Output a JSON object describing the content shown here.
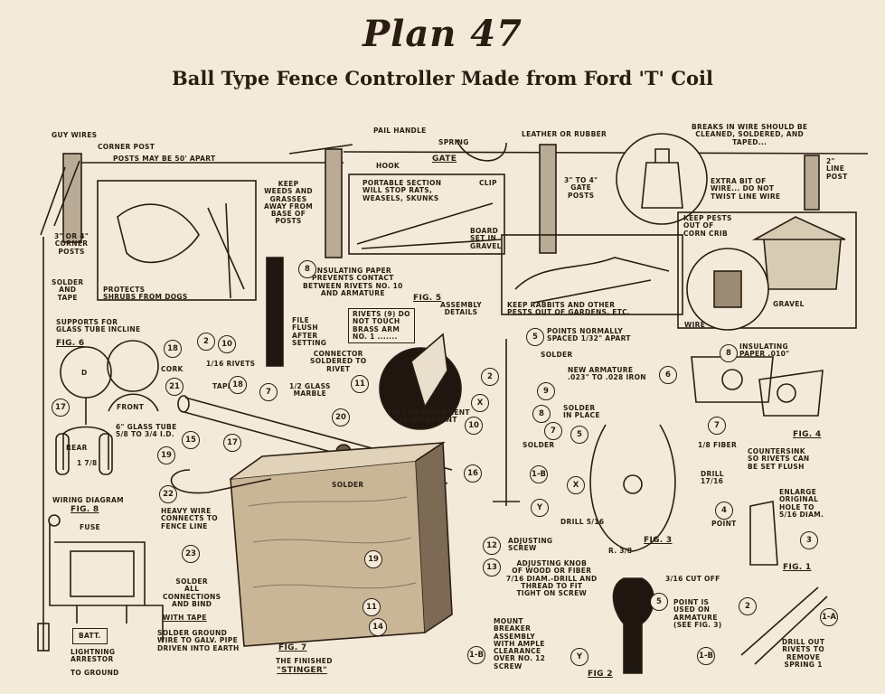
{
  "title": "Plan 47",
  "subtitle": "Ball Type Fence Controller Made from Ford 'T' Coil",
  "labels": {
    "guy_wires": "GUY WIRES",
    "corner_post": "CORNER POST",
    "posts_apart": "POSTS MAY BE 50' APART",
    "pail_handle": "PAIL HANDLE",
    "spring": "SPRING",
    "hook": "HOOK",
    "gate": "GATE",
    "leather": "LEATHER OR RUBBER",
    "breaks": "BREAKS IN WIRE SHOULD BE\nCLEANED, SOLDERED, AND\nTAPED...",
    "line_post": "2\"\nLINE\nPOST",
    "keep_weeds": "KEEP\nWEEDS AND\nGRASSES\nAWAY FROM\nBASE OF\nPOSTS",
    "portable": "PORTABLE SECTION\nWILL STOP RATS,\nWEASELS, SKUNKS",
    "clip": "CLIP",
    "board": "BOARD\nSET IN\nGRAVEL",
    "gate_posts": "3\" TO 4\"\nGATE\nPOSTS",
    "extra_bit": "EXTRA BIT OF\nWIRE... DO NOT\nTWIST LINE WIRE",
    "corner_posts": "3\" OR 4\"\nCORNER\nPOSTS",
    "solder_tape": "SOLDER\nAND\nTAPE",
    "protects": "PROTECTS\nSHRUBS FROM DOGS",
    "keep_pests": "KEEP PESTS\nOUT OF\nCORN CRIB",
    "keep_rabbits": "KEEP RABBITS AND OTHER\nPESTS OUT OF GARDENS, ETC.",
    "gravel": "GRAVEL",
    "wire": "WIRE",
    "insulating": "INSULATING PAPER\nPREVENTS CONTACT\nBETWEEN RIVETS NO. 10\nAND ARMATURE",
    "fig5": "FIG. 5",
    "assembly": "ASSEMBLY\nDETAILS",
    "rivets_note": "RIVETS (9) DO\nNOT TOUCH\nBRASS ARM\nNO. 1 .......",
    "file_flush": "FILE\nFLUSH\nAFTER\nSETTING",
    "supports": "SUPPORTS FOR\nGLASS TUBE INCLINE",
    "fig6": "FIG. 6",
    "rivets_size": "1/16 RIVETS",
    "connector": "CONNECTOR\nSOLDERED TO\nRIVET",
    "cork": "CORK",
    "tape": "TAPE",
    "front": "FRONT",
    "glass_marble": "1/2 GLASS\nMARBLE",
    "measurement": "THIS MEASUREMENT\nIS IMPORTANT",
    "glass_tube": "6\" GLASS TUBE\n5/8 TO 3/4 I.D.",
    "rear": "REAR",
    "rear_dim": "1 7/8",
    "d_label": "D",
    "solder_top": "SOLDER",
    "points_normally": "POINTS NORMALLY\nSPACED 1/32\" APART",
    "solder_fig": "SOLDER",
    "new_armature": "NEW ARMATURE\n.023\" TO .028 IRON",
    "solder_in_place": "SOLDER\nIN PLACE",
    "solder_fig3": "SOLDER",
    "insulating_paper": "INSULATING\nPAPER .010\"",
    "fiber": "1/8 FIBER",
    "fig4": "FIG. 4",
    "countersink": "COUNTERSINK\nSO RIVETS CAN\nBE SET FLUSH",
    "drill_17": "DRILL\n17/16",
    "drill_5": "DRILL 5/16",
    "fig3": "FIG. 3",
    "r38": "R. 3/8",
    "enlarge": "ENLARGE\nORIGINAL\nHOLE TO\n5/16 DIAM.",
    "point4": "POINT",
    "fig1": "FIG. 1",
    "drill_out": "DRILL OUT\nRIVETS TO\nREMOVE\nSPRING 1",
    "adjusting_screw": "ADJUSTING\nSCREW",
    "adjusting_knob": "ADJUSTING KNOB\nOF WOOD OR FIBER\n7/16 DIAM.-DRILL AND\nTHREAD TO FIT\nTIGHT ON SCREW",
    "cut_off": "3/16 CUT OFF",
    "point_used": "POINT IS\nUSED ON\nARMATURE\n(SEE FIG. 3)",
    "mount": "MOUNT\nBREAKER\nASSEMBLY\nWITH AMPLE\nCLEARANCE\nOVER NO. 12\nSCREW",
    "fig2": "FIG 2",
    "wiring": "WIRING DIAGRAM",
    "fig8": "FIG. 8",
    "fuse": "FUSE",
    "heavy_wire": "HEAVY WIRE\nCONNECTS TO\nFENCE LINE",
    "solder_all": "SOLDER\nALL\nCONNECTIONS\nAND BIND",
    "with_tape": "WITH TAPE",
    "batt": "BATT.",
    "solder_ground": "SOLDER GROUND\nWIRE TO GALV. PIPE\nDRIVEN INTO EARTH",
    "lightning": "LIGHTNING\nARRESTOR",
    "to_ground": "TO GROUND",
    "fig7": "FIG. 7",
    "finished": "THE FINISHED",
    "stinger": "\"STINGER\""
  },
  "callouts": [
    "8",
    "2",
    "10",
    "7",
    "18",
    "17",
    "21",
    "18",
    "17",
    "15",
    "19",
    "20",
    "11",
    "22",
    "23",
    "19",
    "11",
    "14",
    "16",
    "12",
    "13",
    "1-B",
    "2",
    "5",
    "6",
    "9",
    "X",
    "8",
    "10",
    "7",
    "5",
    "1-B",
    "Y",
    "X",
    "8",
    "7",
    "4",
    "3",
    "2",
    "1-A",
    "5",
    "Y",
    "1-B"
  ]
}
